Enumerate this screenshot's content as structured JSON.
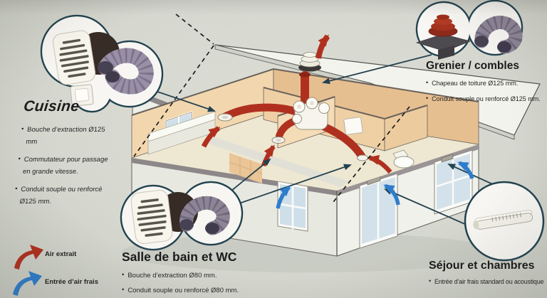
{
  "bullet_char": "•",
  "legend": {
    "items": [
      {
        "label": "Air extrait",
        "icon": "curved-arrow",
        "color": "#b0301f"
      },
      {
        "label": "Entrée d’air frais",
        "icon": "curved-arrow",
        "color": "#2e7dcb"
      }
    ]
  },
  "sections": {
    "cuisine": {
      "title": "Cuisine",
      "bullets": [
        "Bouche d’extraction Ø125 mm",
        "Commutateur pour passage en grande vitesse.",
        "Conduit souple ou renforcé Ø125 mm."
      ],
      "products": [
        "extraction-fan",
        "flexible-duct",
        "speed-switch"
      ]
    },
    "grenier": {
      "title": "Grenier / combles",
      "bullets": [
        "Chapeau de toiture Ø125 mm.",
        "Conduit souple ou renforcé Ø125 mm."
      ],
      "products": [
        "roof-cap",
        "flexible-duct"
      ]
    },
    "salle_de_bain": {
      "title": "Salle de bain et WC",
      "bullets": [
        "Bouche d’extraction Ø80 mm.",
        "Conduit souple ou renforcé Ø80 mm."
      ],
      "products": [
        "extraction-fan",
        "flexible-duct"
      ]
    },
    "sejour": {
      "title": "Séjour et chambres",
      "bullets": [
        "Entrée d’air frais standard ou acoustique"
      ],
      "products": [
        "air-inlet-vent"
      ]
    }
  },
  "colors": {
    "air_extrait_red": "#b0301f",
    "air_frais_blue": "#2e7dcb",
    "outline_navy": "#24424f",
    "background": "#d7d9d1",
    "interior_wall_tan": "#eccda2"
  }
}
